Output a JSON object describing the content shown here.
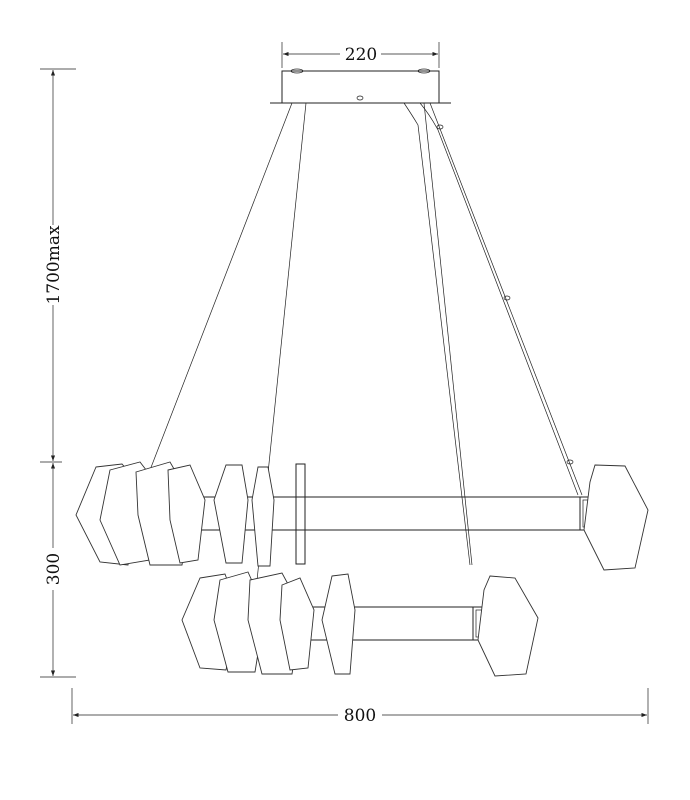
{
  "drawing": {
    "dimensions": {
      "canopy_width": "220",
      "overall_width": "800",
      "max_height": "1700max",
      "ring_height": "300"
    }
  }
}
